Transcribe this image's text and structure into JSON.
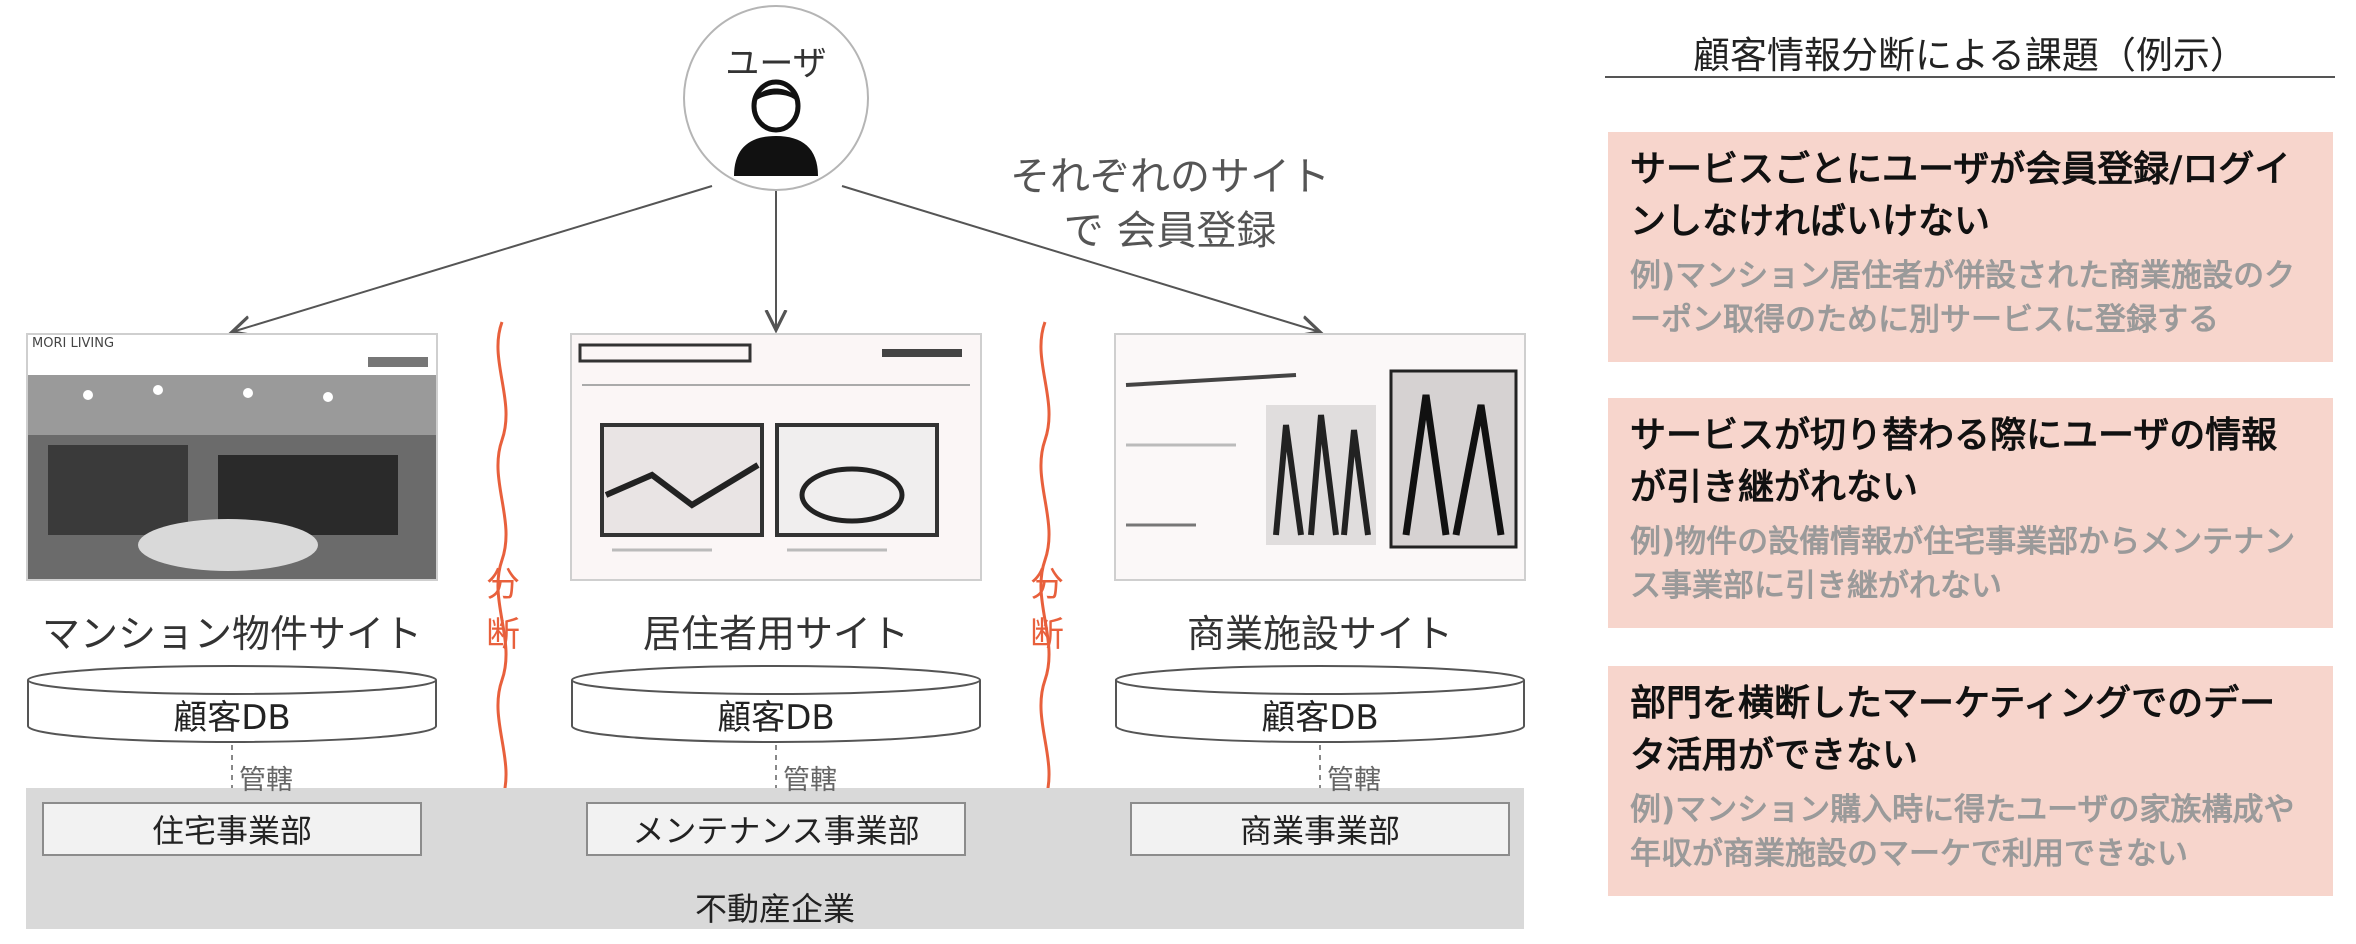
{
  "user": {
    "label": "ユーザ",
    "icon": "user-icon"
  },
  "register_note": "それぞれのサイトで 会員登録",
  "sites": [
    {
      "label": "マンション物件サイト",
      "screenshot_brand": "MORI LIVING",
      "db_label": "顧客DB",
      "jurisdiction": "管轄",
      "department": "住宅事業部"
    },
    {
      "label": "居住者用サイト",
      "db_label": "顧客DB",
      "jurisdiction": "管轄",
      "department": "メンテナンス事業部"
    },
    {
      "label": "商業施設サイト",
      "db_label": "顧客DB",
      "jurisdiction": "管轄",
      "department": "商業事業部"
    }
  ],
  "split_label": "分 断",
  "company": "不動産企業",
  "colors": {
    "accent": "#e8603c",
    "issue_bg": "#f7d5cc",
    "band": "#d9d9d9"
  },
  "panel": {
    "title": "顧客情報分断による課題（例示）",
    "issues": [
      {
        "title": "サービスごとにユーザが会員登録/ログインしなければいけない",
        "example": "例)マンション居住者が併設された商業施設のクーポン取得のために別サービスに登録する"
      },
      {
        "title": "サービスが切り替わる際にユーザの情報が引き継がれない",
        "example": "例)物件の設備情報が住宅事業部からメンテナンス事業部に引き継がれない"
      },
      {
        "title": "部門を横断したマーケティングでのデータ活用ができない",
        "example": "例)マンション購入時に得たユーザの家族構成や年収が商業施設のマーケで利用できない"
      }
    ]
  }
}
